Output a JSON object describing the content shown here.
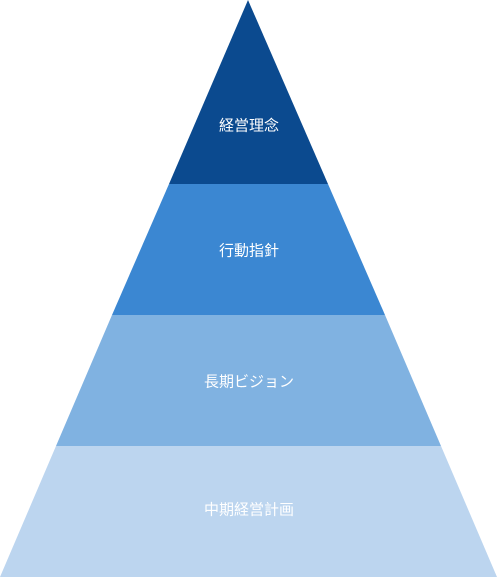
{
  "pyramid": {
    "tiers": [
      {
        "label": "経営理念",
        "color": "#0b4a8f"
      },
      {
        "label": "行動指針",
        "color": "#3b87d2"
      },
      {
        "label": "長期ビジョン",
        "color": "#80b2e1"
      },
      {
        "label": "中期経営計画",
        "color": "#bcd5ef"
      }
    ]
  }
}
